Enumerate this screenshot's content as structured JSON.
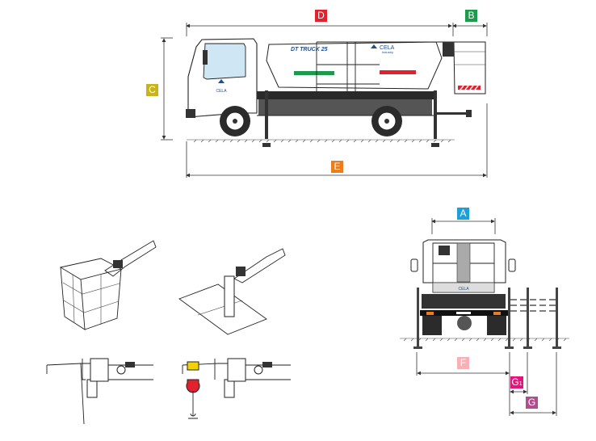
{
  "labels": {
    "A": {
      "text": "A",
      "color": "#1ca0dc"
    },
    "B": {
      "text": "B",
      "color": "#1e9a4c"
    },
    "C": {
      "text": "C",
      "color": "#c8b416"
    },
    "D": {
      "text": "D",
      "color": "#e2202e"
    },
    "E": {
      "text": "E",
      "color": "#ea7d1e"
    },
    "F": {
      "text": "F",
      "color": "#f4b2b6"
    },
    "G1": {
      "text": "G",
      "sub": "1",
      "color": "#e3157d"
    },
    "G": {
      "text": "G",
      "color": "#b24c8e"
    }
  },
  "branding": {
    "model": "DT TRUCK 25",
    "brand": "CELA",
    "brand_sub": "industry"
  }
}
